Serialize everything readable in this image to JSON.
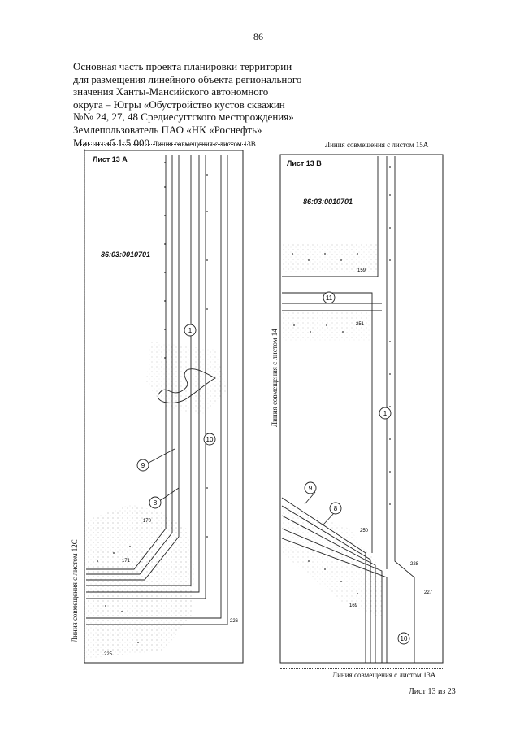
{
  "page_number": "86",
  "title_lines": [
    "Основная часть проекта планировки территории",
    "для размещения линейного объекта регионального",
    "значения Ханты-Мансийского автономного",
    "округа – Югры «Обустройство кустов скважин",
    "№№ 24, 27, 48 Средиесуггского месторождения»",
    "Землепользователь ПАО «НК «Роснефть»"
  ],
  "scale_label": "Масштаб 1:5 000",
  "match_line_13b": "Линия совмещения с листом 13В",
  "match_line_15a": "Линия совмещения с листом 15А",
  "match_line_12c": "Линия совмещения с листом 12С",
  "match_line_14": "Линия совмещения с листом 14",
  "match_line_13a": "Линия совмещения с листом 13А",
  "sheet_counter": "Лист 13 из 23",
  "sheet_a": {
    "title": "Лист 13 А",
    "cadastral": "86:03:0010701"
  },
  "sheet_b": {
    "title": "Лист 13 В",
    "cadastral": "86:03:0010701"
  },
  "callouts_a": [
    "1",
    "9",
    "8",
    "10"
  ],
  "callouts_b": [
    "11",
    "1",
    "9",
    "8",
    "10"
  ],
  "point_labels_a": [
    "170",
    "171",
    "225",
    "226"
  ],
  "point_labels_b": [
    "159",
    "251",
    "250",
    "228",
    "227",
    "169"
  ]
}
